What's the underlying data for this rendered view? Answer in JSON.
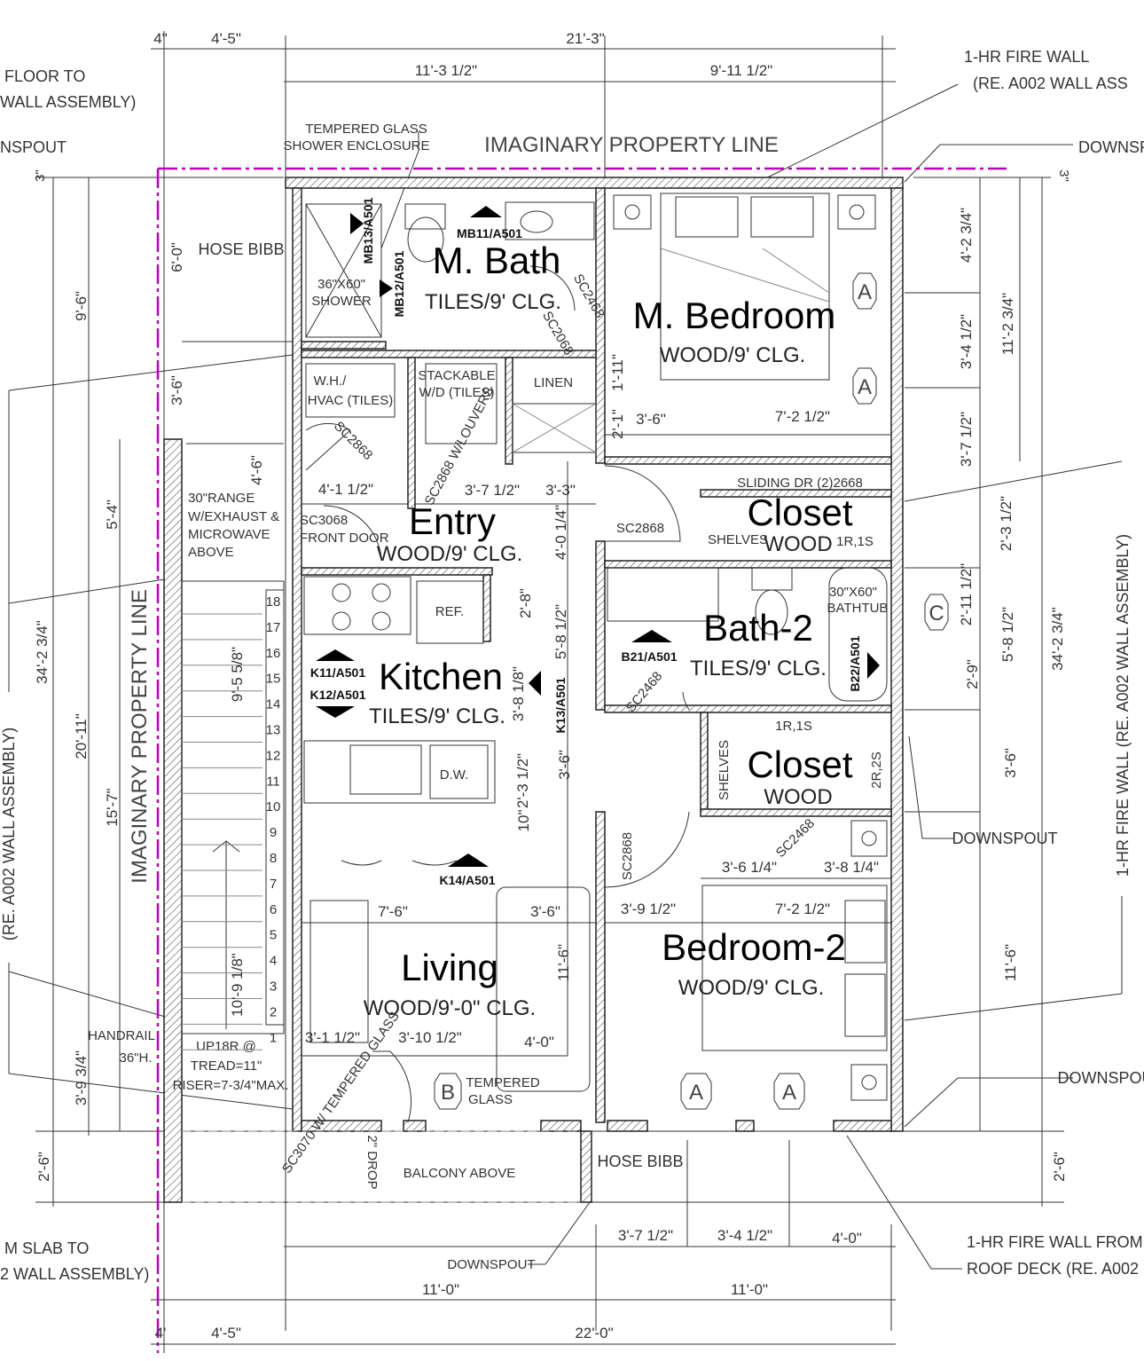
{
  "colors": {
    "property_line": "#c000c0",
    "walls": "#222222"
  },
  "rooms": {
    "mbath": {
      "name": "M. Bath",
      "finish": "TILES/9' CLG."
    },
    "mbedroom": {
      "name": "M. Bedroom",
      "finish": "WOOD/9' CLG."
    },
    "entry": {
      "name": "Entry",
      "finish": "WOOD/9' CLG."
    },
    "closet1": {
      "name": "Closet",
      "finish": "WOOD"
    },
    "kitchen": {
      "name": "Kitchen",
      "finish": "TILES/9' CLG."
    },
    "bath2": {
      "name": "Bath-2",
      "finish": "TILES/9' CLG."
    },
    "closet2": {
      "name": "Closet",
      "finish": "WOOD"
    },
    "bedroom2": {
      "name": "Bedroom-2",
      "finish": "WOOD/9' CLG."
    },
    "living": {
      "name": "Living",
      "finish": "WOOD/9'-0\" CLG."
    }
  },
  "notes": {
    "tl1": "FLOOR TO",
    "tl2": "WALL ASSEMBLY)",
    "tl3": "NSPOUT",
    "tempered1": "TEMPERED GLASS",
    "tempered2": "SHOWER ENCLOSURE",
    "prop_h": "IMAGINARY PROPERTY LINE",
    "prop_v": "IMAGINARY PROPERTY LINE",
    "fw1": "1-HR FIRE WALL",
    "fw2": "(RE. A002 WALL ASS",
    "ds1": "DOWNSPOUT",
    "ds2": "DOWNSPOUT",
    "ds3": "DOWNSPOUT",
    "ds4": "DOWNSPOUT",
    "hose1": "HOSE BIBB",
    "hose2": "HOSE BIBB",
    "shower1": "36\"X60\"",
    "shower2": "SHOWER",
    "wh1": "W.H./",
    "wh2": "HVAC (TILES)",
    "wd1": "STACKABLE",
    "wd2": "W/D (TILES)",
    "linen": "LINEN",
    "range1": "30\"RANGE",
    "range2": "W/EXHAUST &",
    "range3": "MICROWAVE",
    "range4": "ABOVE",
    "fd1": "SC3068",
    "fd2": "FRONT DOOR",
    "sliding": "SLIDING DR (2)2668",
    "shelves1": "SHELVES",
    "rs1": "1R,1S",
    "ref": "REF.",
    "dw": "D.W.",
    "tub1": "30\"X60\"",
    "tub2": "BATHTUB",
    "rs2": "1R,1S",
    "shelves2": "SHELVES",
    "rs3": "2R,2S",
    "rightwall": "1-HR FIRE WALL (RE. A002 WALL ASSEMBLY)",
    "leftwall": "(RE. A002 WALL ASSEMBLY)",
    "handrail1": "HANDRAIL",
    "handrail2": "36\"H.",
    "stair1": "UP18R @",
    "stair2": "TREAD=11\"",
    "stair3": "RISER=7-3/4\"MAX.",
    "sliding_door": "SC3070 W/ TEMPERED GLASS",
    "tg1": "TEMPERED",
    "tg2": "GLASS",
    "drop": "2\" DROP",
    "balcony": "BALCONY ABOVE",
    "bl1": "M SLAB TO",
    "bl2": "2 WALL ASSEMBLY)",
    "fwb1": "1-HR FIRE WALL FROM",
    "fwb2": "ROOF DECK (RE. A002"
  },
  "doors": {
    "d1": "SC2468",
    "d2": "SC2068",
    "d3": "SC2868",
    "d4": "SC2868 W/LOUVERS",
    "d5": "SC2868",
    "d6": "SC2468",
    "d7": "SC2868",
    "d8": "SC2468"
  },
  "tags": {
    "mb11": "MB11/A501",
    "mb12": "MB12/A501",
    "mb13": "MB13/A501",
    "k11": "K11/A501",
    "k12": "K12/A501",
    "k13": "K13/A501",
    "k14": "K14/A501",
    "b21": "B21/A501",
    "b22": "B22/A501"
  },
  "window_types": {
    "a1": "A",
    "a2": "A",
    "a3": "A",
    "a4": "A",
    "b": "B",
    "c": "C"
  },
  "stair_numbers": [
    "18",
    "17",
    "16",
    "15",
    "14",
    "13",
    "12",
    "11",
    "10",
    "9",
    "8",
    "7",
    "6",
    "5",
    "4",
    "3",
    "2",
    "1"
  ],
  "dims": {
    "t1": "4\"",
    "t2": "4'-5\"",
    "t3": "21'-3\"",
    "t4": "11'-3 1/2\"",
    "t5": "9'-11 1/2\"",
    "t6": "3\"",
    "t7": "3\"",
    "v1": "6'-0\"",
    "v2": "9'-6\"",
    "v3": "3'-6\"",
    "v4": "4'-6\"",
    "v5": "5'-4\"",
    "v6": "34'-2 3/4\"",
    "v7": "20'-11\"",
    "v8": "15'-7\"",
    "v9": "3'-9 3/4\"",
    "v10": "2'-6\"",
    "r1": "4'-2 3/4\"",
    "r2": "3'-4 1/2\"",
    "r3": "11'-2 3/4\"",
    "r4": "3'-7 1/2\"",
    "r5": "2'-3 1/2\"",
    "r6": "2'-11 1/2\"",
    "r7": "5'-8 1/2\"",
    "r8": "2'-9\"",
    "r9": "34'-2 3/4\"",
    "r10": "3'-6\"",
    "r11": "11'-6\"",
    "r12": "2'-6\"",
    "i1": "1'-11\"",
    "i2": "2'-1\"",
    "i3": "3'-6\"",
    "i4": "7'-2 1/2\"",
    "i5": "4'-1 1/2\"",
    "i6": "3'-7 1/2\"",
    "i7": "3'-3\"",
    "i8": "4'-0 1/4\"",
    "i9": "2'-8\"",
    "i10": "5'-8 1/2\"",
    "i11": "3'-8 1/8\"",
    "i12": "9'-5 5/8\"",
    "i13": "3'-6\"",
    "i14": "2'-3 1/2\"",
    "i15": "10\"",
    "i16": "3'-6 1/4\"",
    "i17": "3'-8 1/4\"",
    "i18": "7'-6\"",
    "i19": "3'-6\"",
    "i20": "11'-6\"",
    "i21": "3'-9 1/2\"",
    "i22": "7'-2 1/2\"",
    "i23": "10'-9 1/8\"",
    "i24": "3'-1 1/2\"",
    "i25": "3'-10 1/2\"",
    "i26": "4'-0\"",
    "b1": "3'-7 1/2\"",
    "b2": "3'-4 1/2\"",
    "b3": "4'-0\"",
    "b4": "11'-0\"",
    "b5": "11'-0\"",
    "b6": "4'",
    "b7": "4'-5\"",
    "b8": "22'-0\""
  }
}
